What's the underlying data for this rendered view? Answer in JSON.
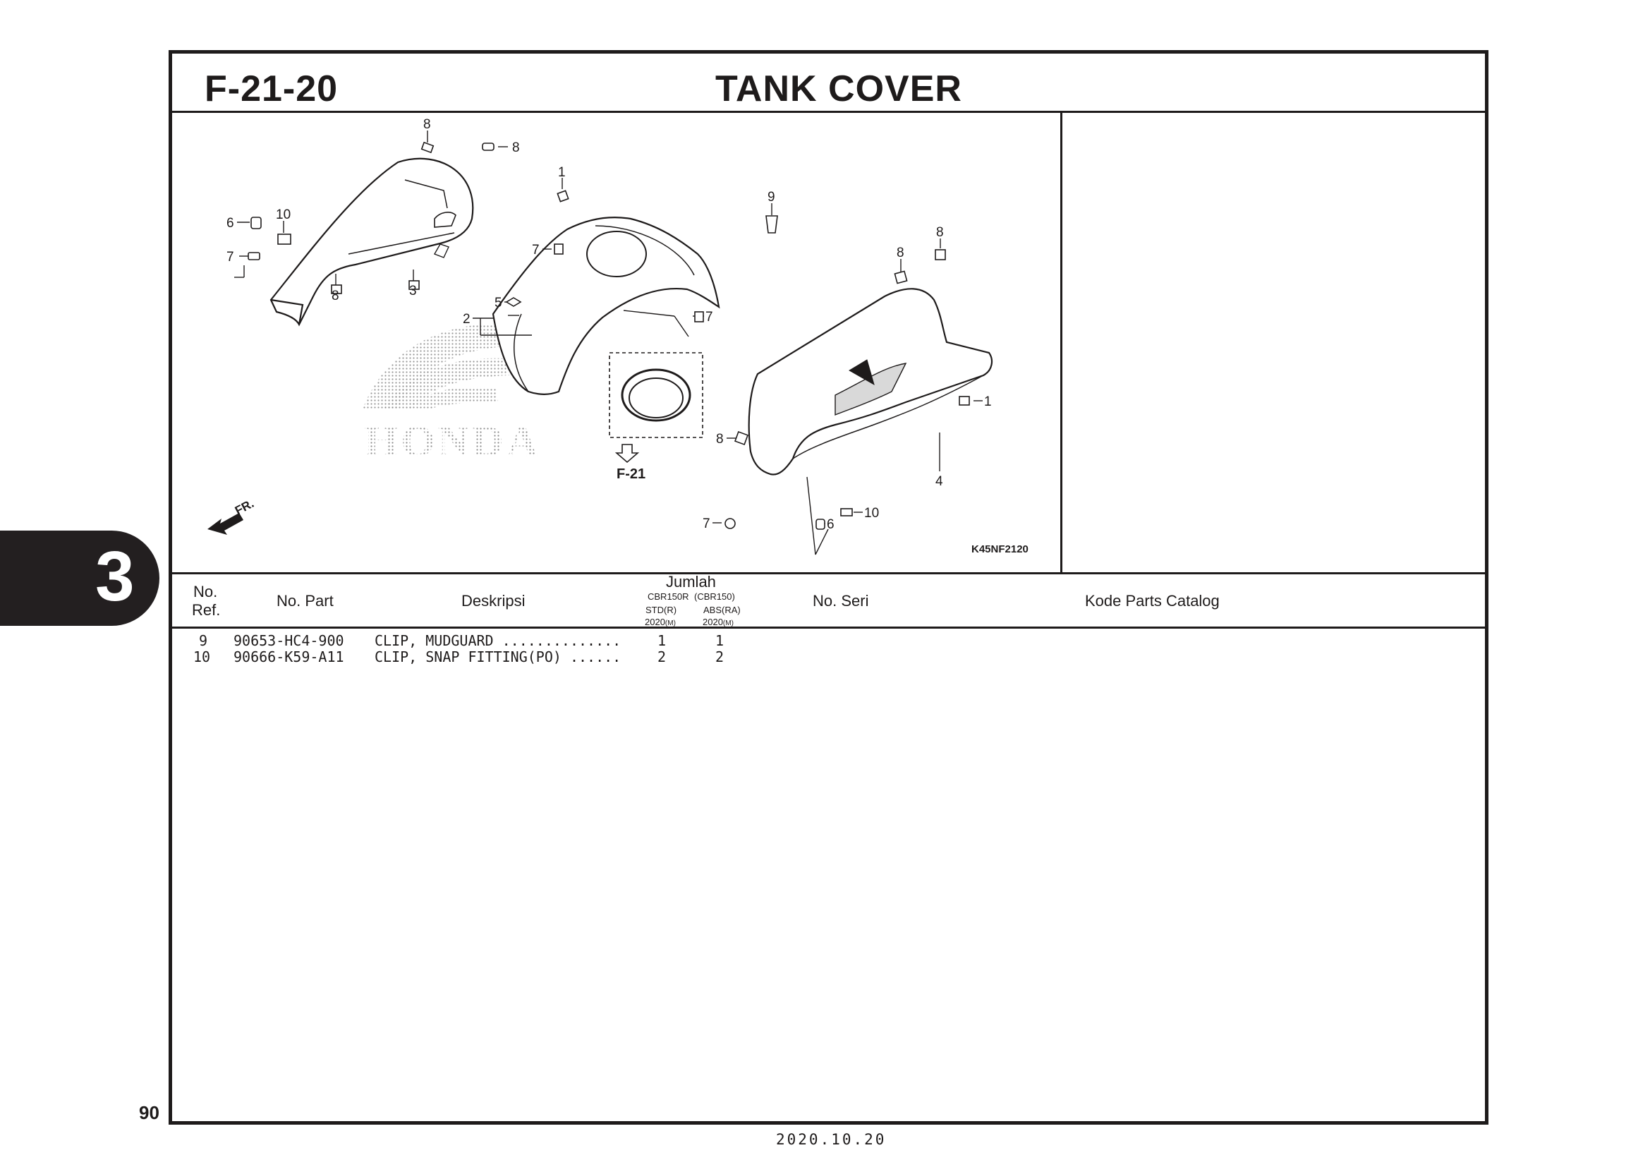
{
  "header": {
    "code": "F-21-20",
    "title": "TANK COVER"
  },
  "diagram": {
    "figure_code": "K45NF2120",
    "sub_ref": "F-21",
    "front_marker": "FR.",
    "brand_watermark": "HONDA",
    "callouts": [
      "8",
      "8",
      "1",
      "6",
      "10",
      "7",
      "9",
      "7",
      "5",
      "7",
      "2",
      "8",
      "3",
      "8",
      "8",
      "1",
      "8",
      "4",
      "10",
      "7",
      "6"
    ]
  },
  "columns": {
    "no_ref_line1": "No.",
    "no_ref_line2": "Ref.",
    "no_part": "No. Part",
    "deskripsi": "Deskripsi",
    "jumlah": "Jumlah",
    "model_1": "CBR150R",
    "model_2": "(CBR150)",
    "std": "STD(R)",
    "abs": "ABS(RA)",
    "year_1": "2020",
    "year_1_suffix": "(M)",
    "year_2": "2020",
    "year_2_suffix": "(M)",
    "no_seri": "No. Seri",
    "kode": "Kode Parts Catalog"
  },
  "parts": [
    {
      "ref": "9",
      "part_no": "90653-HC4-900",
      "desc": "CLIP, MUDGUARD ..............",
      "qty_std": "1",
      "qty_abs": "1"
    },
    {
      "ref": "10",
      "part_no": "90666-K59-A11",
      "desc": "CLIP, SNAP FITTING(PO) ......",
      "qty_std": "2",
      "qty_abs": "2"
    }
  ],
  "section_tab": "3",
  "page_number": "90",
  "date": "2020.10.20"
}
